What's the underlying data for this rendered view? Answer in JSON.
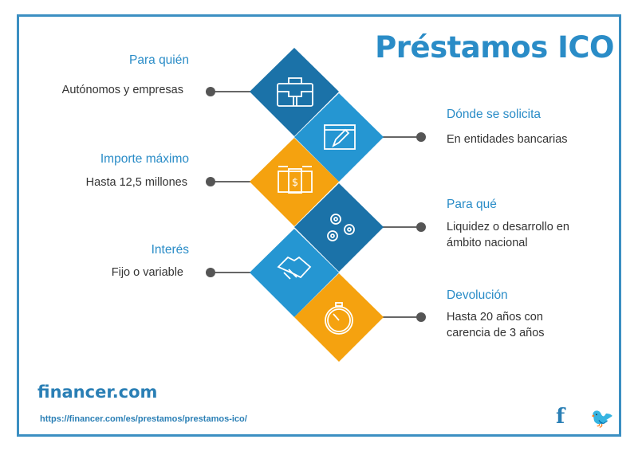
{
  "title": "Préstamos ICO",
  "items": [
    {
      "label": "Para quién",
      "text": "Autónomos y empresas",
      "icon": "briefcase-icon"
    },
    {
      "label": "Dónde se solicita",
      "text": "En entidades bancarias",
      "icon": "browser-pencil-icon"
    },
    {
      "label": "Importe máximo",
      "text": "Hasta 12,5 millones",
      "icon": "money-icon"
    },
    {
      "label": "Para qué",
      "text": "Liquidez o desarrollo en ámbito nacional",
      "icon": "gears-icon"
    },
    {
      "label": "Interés",
      "text": "Fijo o variable",
      "icon": "handshake-icon"
    },
    {
      "label": "Devolución",
      "text": "Hasta 20 años con carencia de 3 años",
      "icon": "stopwatch-icon"
    }
  ],
  "colors": {
    "dark_blue": "#1b72a8",
    "light_blue": "#2596d2",
    "orange": "#f5a20f"
  },
  "footer": {
    "logo": "financer.com",
    "url": "https://financer.com/es/prestamos/prestamos-ico/",
    "facebook": "f",
    "twitter": "🐦"
  }
}
